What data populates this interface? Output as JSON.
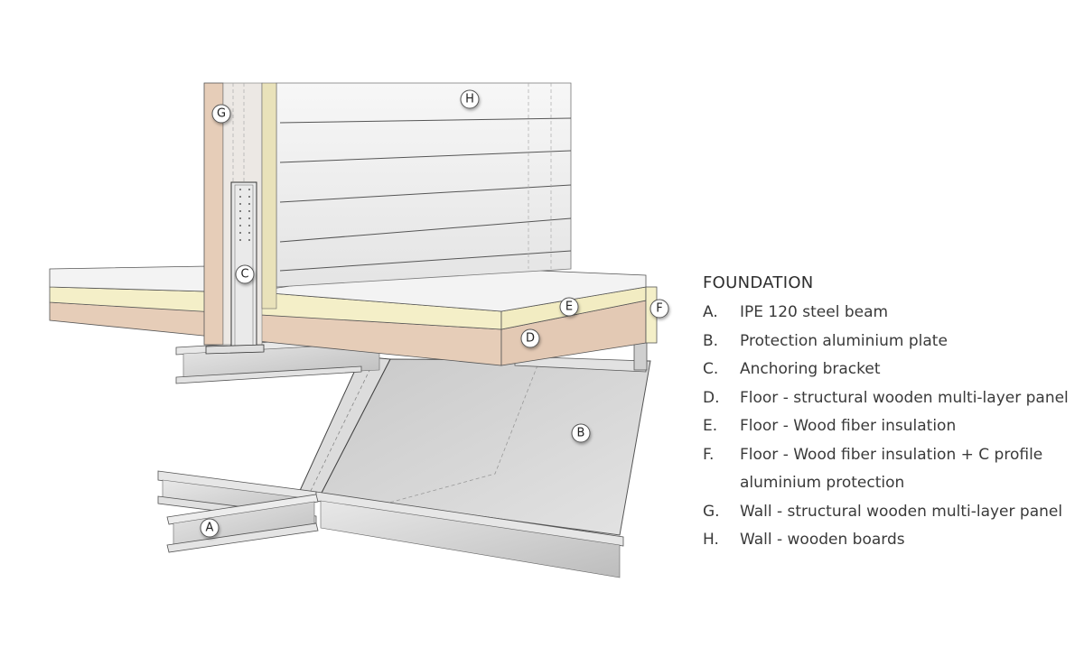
{
  "legend": {
    "title": "FOUNDATION",
    "items": [
      {
        "letter": "A.",
        "text": "IPE 120 steel beam"
      },
      {
        "letter": "B.",
        "text": "Protection aluminium plate"
      },
      {
        "letter": "C.",
        "text": "Anchoring bracket"
      },
      {
        "letter": "D.",
        "text": "Floor - structural wooden multi-layer panel"
      },
      {
        "letter": "E.",
        "text": "Floor - Wood fiber insulation"
      },
      {
        "letter": "F.",
        "text": "Floor - Wood fiber insulation + C profile aluminium protection"
      },
      {
        "letter": "G.",
        "text": "Wall - structural wooden multi-layer panel"
      },
      {
        "letter": "H.",
        "text": "Wall - wooden boards"
      }
    ]
  },
  "callouts": {
    "A": "A",
    "B": "B",
    "C": "C",
    "D": "D",
    "E": "E",
    "F": "F",
    "G": "G",
    "H": "H"
  },
  "colors": {
    "wood_panel": "#e6cdb8",
    "insulation": "#f4efc8",
    "steel": "#d4d4d4",
    "wall_boards": "#f2f2f2"
  }
}
